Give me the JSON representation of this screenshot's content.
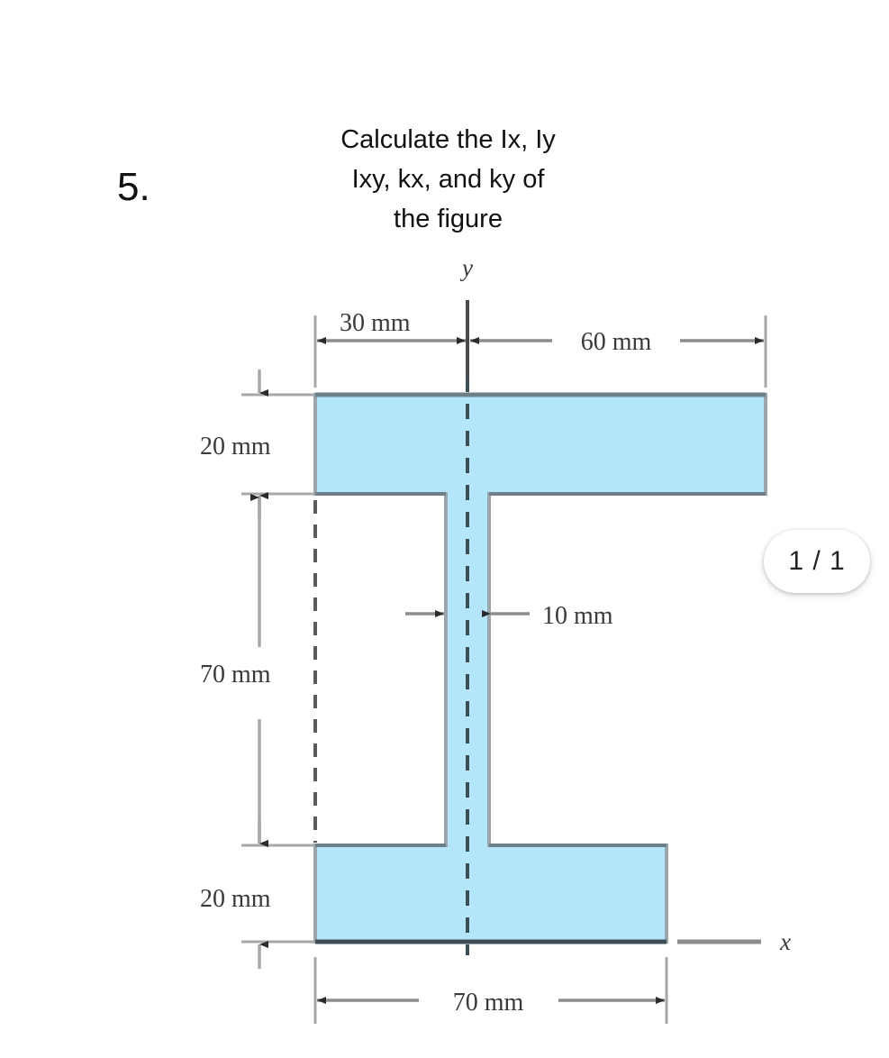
{
  "question": {
    "number": "5.",
    "title": "Calculate the Ix, Iy\nIxy, kx, and ky of\nthe figure"
  },
  "badge": {
    "page_indicator": "1 / 1"
  },
  "figure": {
    "name": "i-beam-cross-section",
    "axis_labels": {
      "y": "y",
      "x": "x"
    },
    "dimensions": {
      "top_left": "30 mm",
      "top_right": "60 mm",
      "left_top_flange": "20 mm",
      "left_web": "70 mm",
      "left_bottom_flange": "20 mm",
      "web_thickness": "10 mm",
      "bottom_width": "70 mm"
    },
    "colors": {
      "fill": "#b3e5fb",
      "stroke_dark": "#4a5a63",
      "stroke_light": "#9aa6ab",
      "dimension_line": "#8d8d8d",
      "centerline": "#3f4f57"
    }
  },
  "chart_data": {
    "type": "diagram",
    "title": "I-beam cross section with dimensions",
    "shape": "I-beam",
    "annotations": [
      {
        "label": "30 mm",
        "meaning": "horizontal distance from left edge of top flange to y-axis"
      },
      {
        "label": "60 mm",
        "meaning": "horizontal distance from y-axis to right edge of top flange"
      },
      {
        "label": "20 mm",
        "meaning": "thickness of top flange"
      },
      {
        "label": "70 mm",
        "meaning": "height of web between flanges"
      },
      {
        "label": "20 mm",
        "meaning": "thickness of bottom flange"
      },
      {
        "label": "10 mm",
        "meaning": "web thickness"
      },
      {
        "label": "70 mm",
        "meaning": "width of bottom flange"
      }
    ],
    "axes": [
      "y (vertical dashed centerline)",
      "x (horizontal at bottom edge)"
    ]
  }
}
